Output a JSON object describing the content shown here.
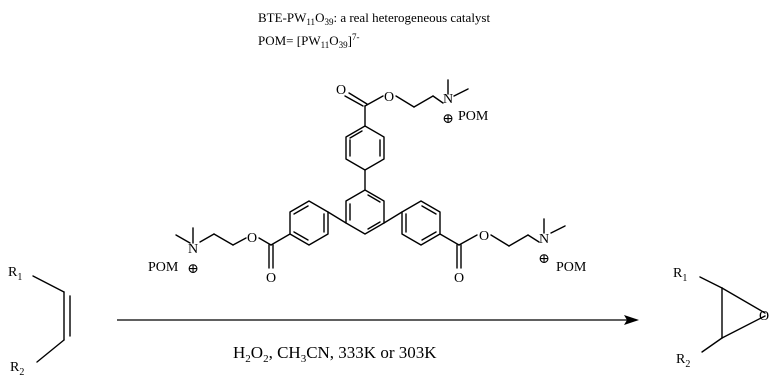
{
  "caption": {
    "line1_prefix": "BTE-PW",
    "line1_sub1": "11",
    "line1_mid": "O",
    "line1_sub2": "39",
    "line1_suffix": ": a real heterogeneous catalyst",
    "line2_prefix": "POM= [PW",
    "line2_sub1": "11",
    "line2_mid": "O",
    "line2_sub2": "39",
    "line2_bracket": "]",
    "line2_sup": "7-"
  },
  "catalyst": {
    "pom_label": "POM",
    "n_label": "N",
    "o_label": "O",
    "charge_symbol": "⊕"
  },
  "reactant": {
    "r_label": "R",
    "sub_1": "1",
    "sub_2": "2"
  },
  "product": {
    "r_label": "R",
    "sub_1": "1",
    "sub_2": "2",
    "o_label": "O"
  },
  "conditions": {
    "part1": "H",
    "sub1": "2",
    "part2": "O",
    "sub2": "2",
    "part3": ", CH",
    "sub3": "3",
    "part4": "CN, 333K or 303K"
  }
}
